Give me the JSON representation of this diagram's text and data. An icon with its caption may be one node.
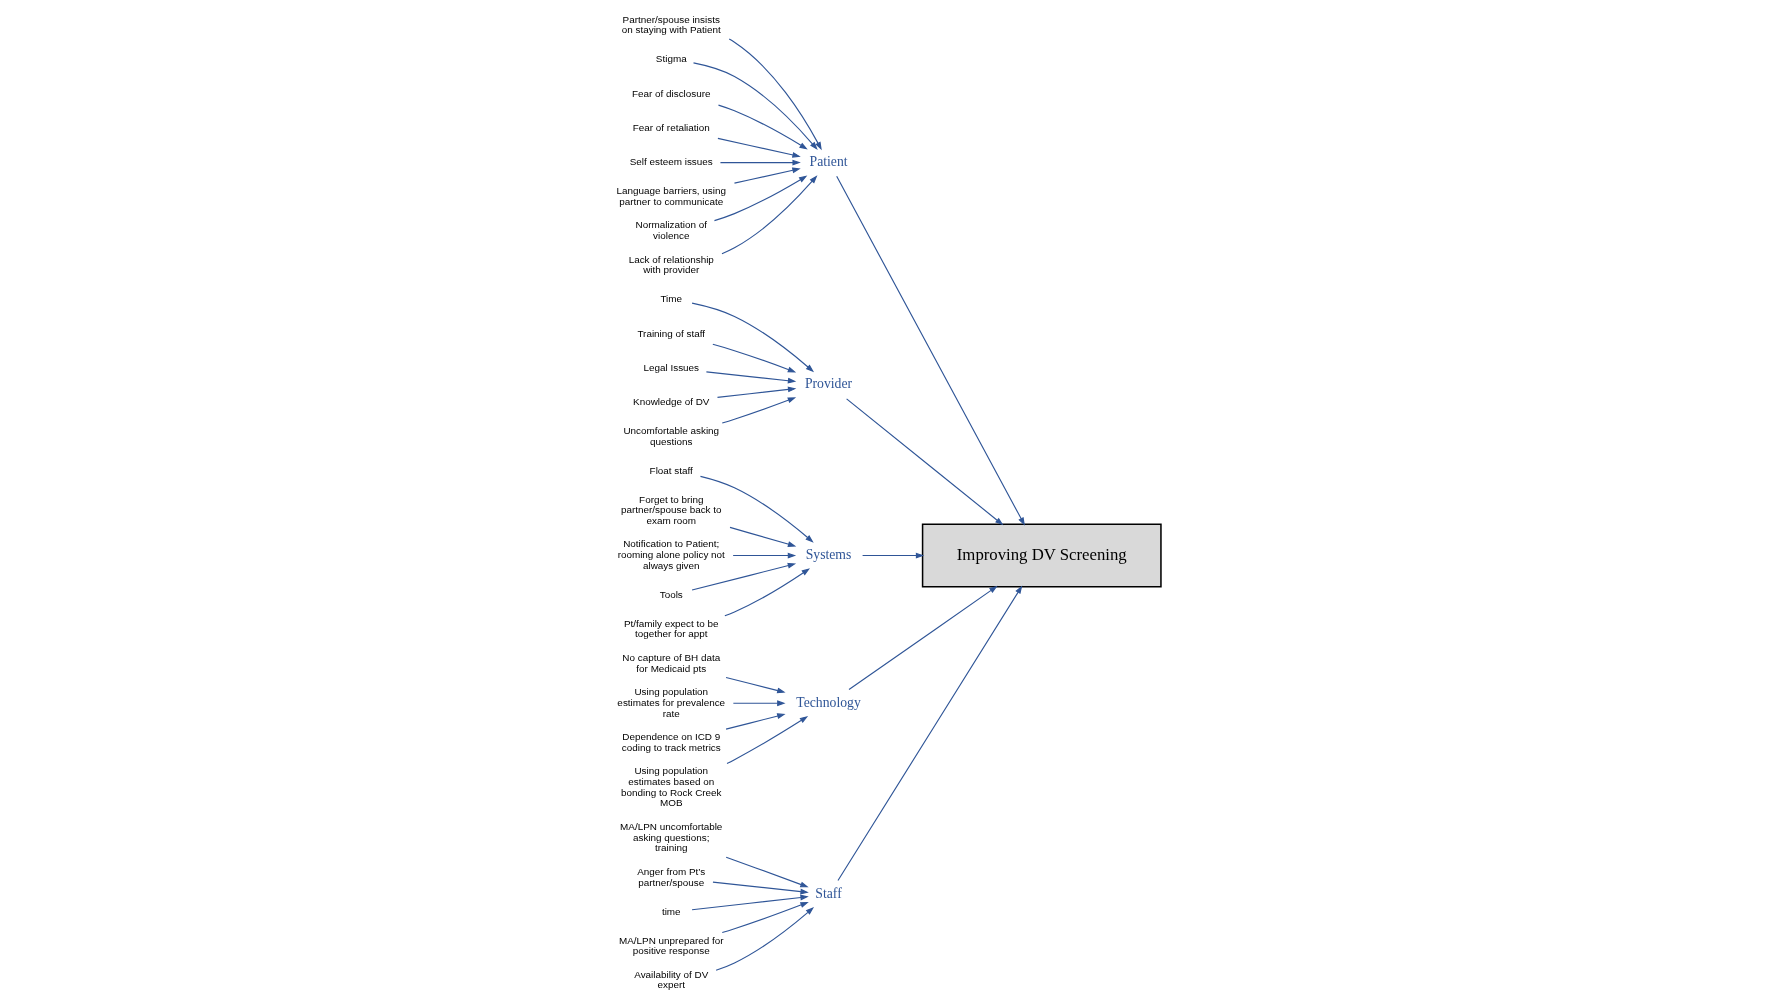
{
  "diagram": {
    "nodes": [
      {
        "text": [
          "Staff"
        ]
      },
      {
        "text": [
          "Patient"
        ]
      },
      {
        "text": [
          "Provider"
        ]
      },
      {
        "text": [
          "Systems"
        ]
      },
      {
        "text": [
          "Technology"
        ]
      },
      {
        "text": [
          "Improving DV Screening"
        ]
      },
      {
        "text": [
          "MA/LPN uncomfortable asking questions; training"
        ]
      },
      {
        "text": [
          "Anger from Pt’s partner/spouse"
        ]
      },
      {
        "text": [
          "time"
        ]
      },
      {
        "text": [
          "MA/LPN unprepared for positive response"
        ]
      },
      {
        "text": [
          "Availability of DV expert"
        ]
      },
      {
        "text": [
          "Partner/spouse insists on staying with Patient"
        ]
      },
      {
        "text": [
          "Stigma"
        ]
      },
      {
        "text": [
          "Fear of disclosure"
        ]
      },
      {
        "text": [
          "Fear of retaliation"
        ]
      },
      {
        "text": [
          "Self esteem issues"
        ]
      },
      {
        "text": [
          "Language barriers, using partner to communicate"
        ]
      },
      {
        "text": [
          "Normalization of violence"
        ]
      },
      {
        "text": [
          "Lack of relationship with provider"
        ]
      },
      {
        "text": [
          "Time"
        ]
      },
      {
        "text": [
          "Training of staff"
        ]
      },
      {
        "text": [
          "Legal Issues"
        ]
      },
      {
        "text": [
          "Knowledge of DV"
        ]
      },
      {
        "text": [
          "Uncomfortable asking questions"
        ]
      },
      {
        "text": [
          "Float staff"
        ]
      },
      {
        "text": [
          "Forget to bring partner/spouse back to exam room"
        ]
      },
      {
        "text": [
          "Notification to Patient; rooming alone policy not always given"
        ]
      },
      {
        "text": [
          "Tools"
        ]
      },
      {
        "text": [
          "Pt/family expect to be together for appt"
        ]
      },
      {
        "text": [
          "No capture of BH data for Medicaid pts"
        ]
      },
      {
        "text": [
          "Using population estimates for prevalence rate"
        ]
      },
      {
        "text": [
          "Dependence on ICD 9 coding to track metrics"
        ]
      },
      {
        "text": [
          "Using population estimates based on bonding to Rock Creek MOB"
        ]
      }
    ],
    "edges": [
      {
        "from": 6,
        "to": 0,
        "arrow": "to"
      },
      {
        "from": 7,
        "to": 0,
        "arrow": "to"
      },
      {
        "from": 8,
        "to": 0,
        "arrow": "to"
      },
      {
        "from": 9,
        "to": 0,
        "arrow": "to"
      },
      {
        "from": 10,
        "to": 0,
        "arrow": "to"
      },
      {
        "from": 11,
        "to": 1,
        "arrow": "to"
      },
      {
        "from": 12,
        "to": 1,
        "arrow": "to"
      },
      {
        "from": 13,
        "to": 1,
        "arrow": "to"
      },
      {
        "from": 14,
        "to": 1,
        "arrow": "to"
      },
      {
        "from": 15,
        "to": 1,
        "arrow": "to"
      },
      {
        "from": 16,
        "to": 1,
        "arrow": "to"
      },
      {
        "from": 17,
        "to": 1,
        "arrow": "to"
      },
      {
        "from": 18,
        "to": 1,
        "arrow": "to"
      },
      {
        "from": 19,
        "to": 2,
        "arrow": "to"
      },
      {
        "from": 20,
        "to": 2,
        "arrow": "to"
      },
      {
        "from": 21,
        "to": 2,
        "arrow": "to"
      },
      {
        "from": 22,
        "to": 2,
        "arrow": "to"
      },
      {
        "from": 23,
        "to": 2,
        "arrow": "to"
      },
      {
        "from": 24,
        "to": 3,
        "arrow": "to"
      },
      {
        "from": 25,
        "to": 3,
        "arrow": "to"
      },
      {
        "from": 26,
        "to": 3,
        "arrow": "to"
      },
      {
        "from": 27,
        "to": 3,
        "arrow": "to"
      },
      {
        "from": 28,
        "to": 3,
        "arrow": "to"
      },
      {
        "from": 29,
        "to": 4,
        "arrow": "to"
      },
      {
        "from": 30,
        "to": 4,
        "arrow": "to"
      },
      {
        "from": 31,
        "to": 4,
        "arrow": "to"
      },
      {
        "from": 32,
        "to": 4,
        "arrow": "to"
      },
      {
        "from": 0,
        "to": 5,
        "arrow": "to"
      },
      {
        "from": 1,
        "to": 5,
        "arrow": "to"
      },
      {
        "from": 2,
        "to": 5,
        "arrow": "to"
      },
      {
        "from": 3,
        "to": 5,
        "arrow": "to"
      },
      {
        "from": 4,
        "to": 5,
        "arrow": "to"
      }
    ]
  }
}
